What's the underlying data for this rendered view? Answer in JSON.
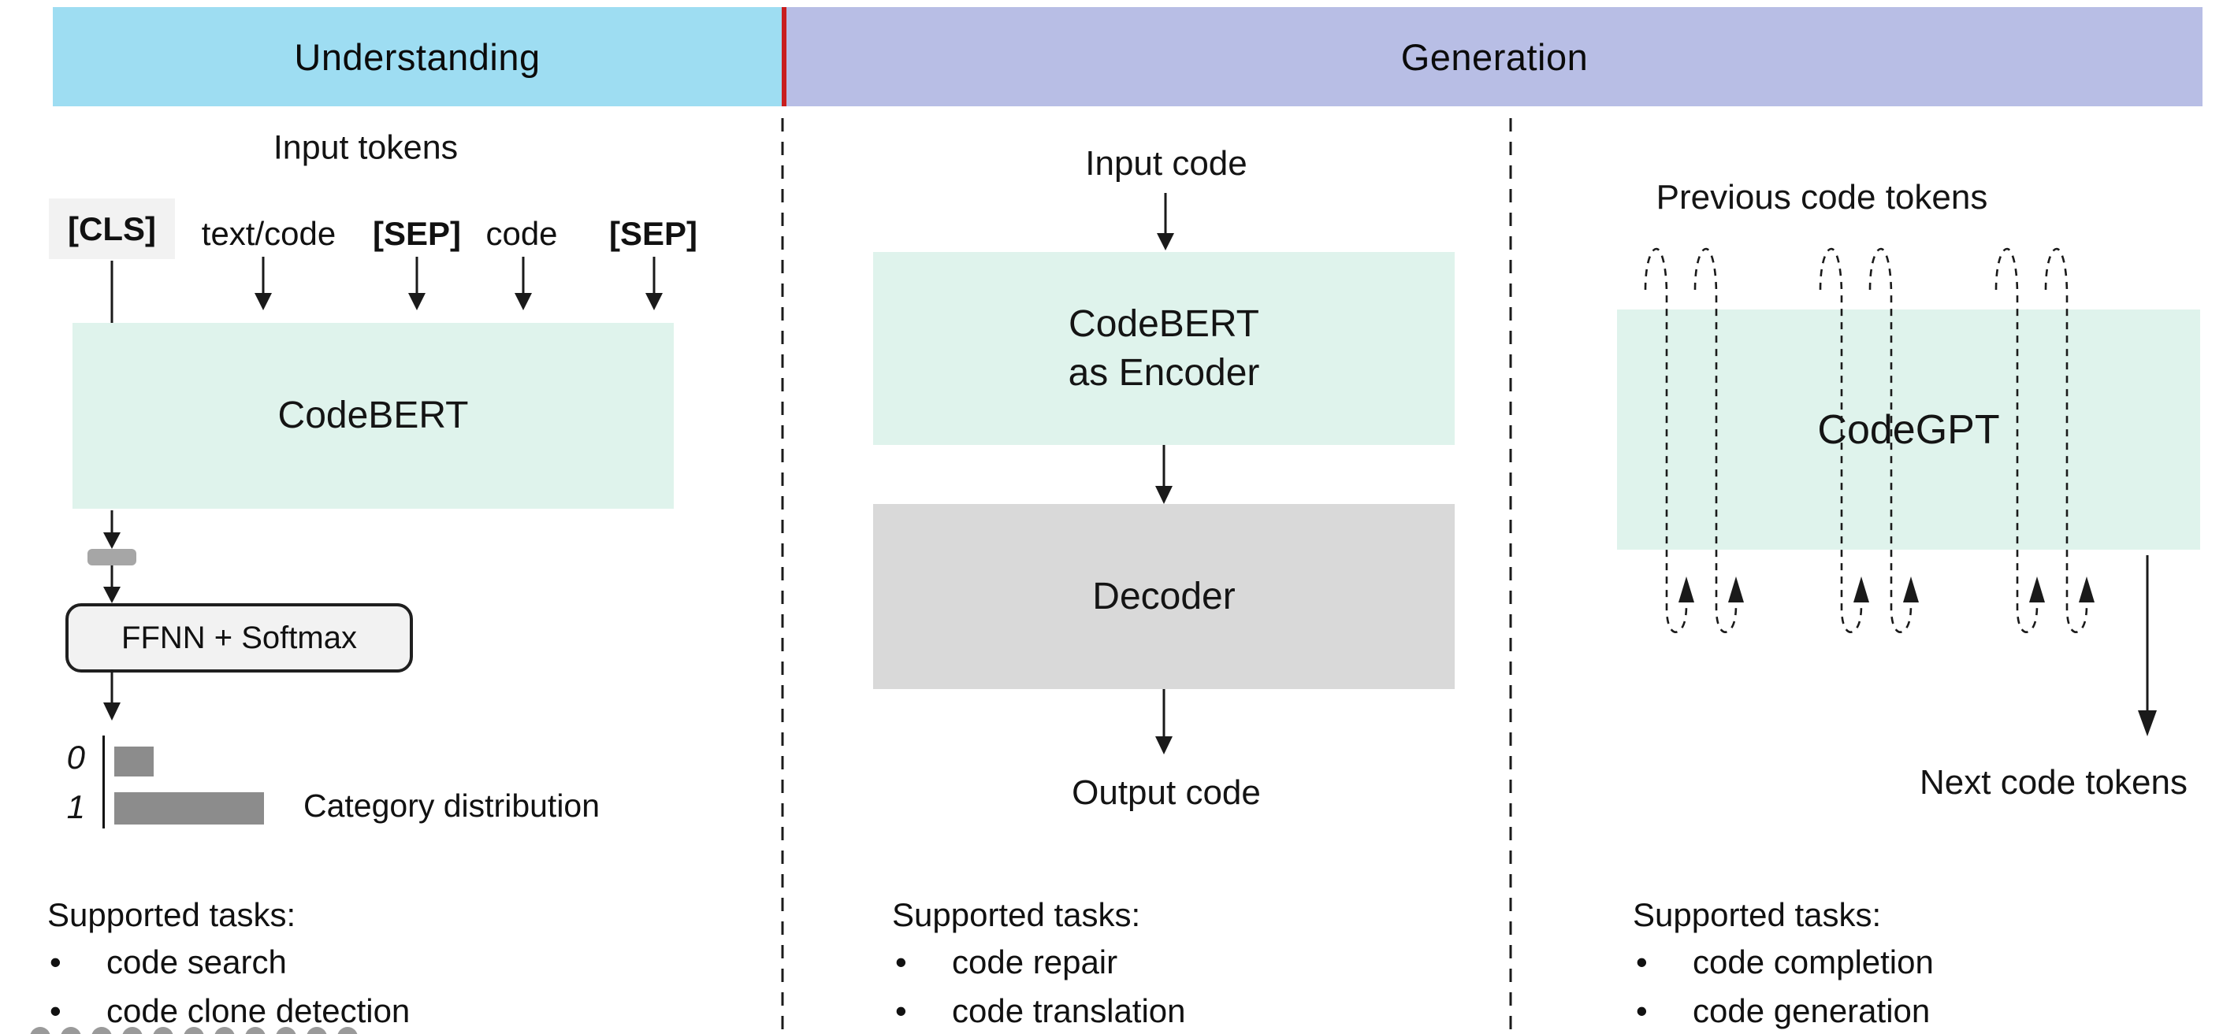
{
  "header": {
    "left_label": "Understanding",
    "right_label": "Generation"
  },
  "colors": {
    "header_left_bg": "#9EDDF2",
    "header_right_bg": "#B8BEE5",
    "header_divider_red": "#C81E1E",
    "model_box_mint": "#DFF3EC",
    "decoder_gray": "#D9D9D9",
    "ffnn_fill": "#F2F2F2",
    "cls_chip_bg": "#F2F2F2",
    "embedding_bar_gray": "#A6A6A6",
    "chart_bar_gray": "#8C8C8C"
  },
  "left_panel": {
    "input_label": "Input tokens",
    "tokens": [
      {
        "text": "[CLS]"
      },
      {
        "text": "text/code"
      },
      {
        "text": "[SEP]"
      },
      {
        "text": "code"
      },
      {
        "text": "[SEP]"
      }
    ],
    "model_label": "CodeBERT",
    "classifier_label": "FFNN + Softmax",
    "chart_data": {
      "type": "bar",
      "orientation": "horizontal",
      "categories": [
        "0",
        "1"
      ],
      "values": [
        0.26,
        1.0
      ],
      "caption": "Category distribution"
    },
    "tasks_title": "Supported tasks:",
    "tasks": [
      "code search",
      "code clone detection"
    ]
  },
  "middle_panel": {
    "input_label": "Input code",
    "encoder_line1": "CodeBERT",
    "encoder_line2": "as Encoder",
    "decoder_label": "Decoder",
    "output_label": "Output code",
    "tasks_title": "Supported tasks:",
    "tasks": [
      "code repair",
      "code translation"
    ]
  },
  "right_panel": {
    "input_label": "Previous code tokens",
    "model_label": "CodeGPT",
    "output_label": "Next code tokens",
    "tasks_title": "Supported tasks:",
    "tasks": [
      "code completion",
      "code generation"
    ]
  },
  "bullets": {
    "char": "•"
  }
}
